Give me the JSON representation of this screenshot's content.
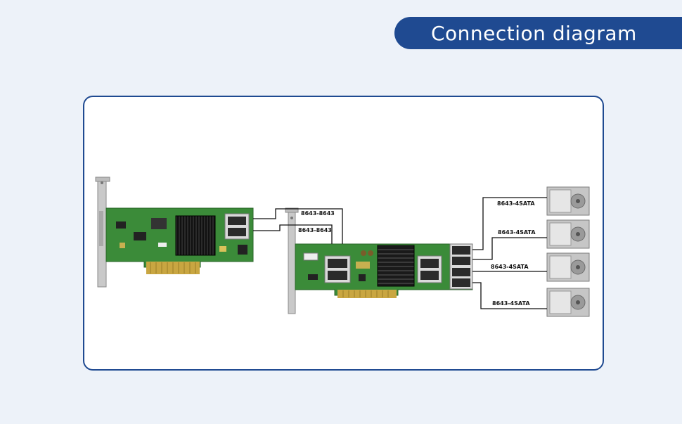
{
  "title": "Connection diagram",
  "cables": {
    "controller_to_expander": [
      "8643-8643",
      "8643-8643"
    ],
    "expander_to_drives": [
      "8643-4SATA",
      "8643-4SATA",
      "8643-4SATA",
      "8643-4SATA"
    ]
  },
  "colors": {
    "background": "#edf2f9",
    "accent": "#1f4a91",
    "pcb": "#3d8a3a",
    "heatsink": "#1b1b1b",
    "bracket": "#c8c8c8"
  },
  "icons": {
    "controller": "hba-controller-card-icon",
    "expander": "sas-expander-card-icon",
    "drive": "hard-drive-icon"
  }
}
